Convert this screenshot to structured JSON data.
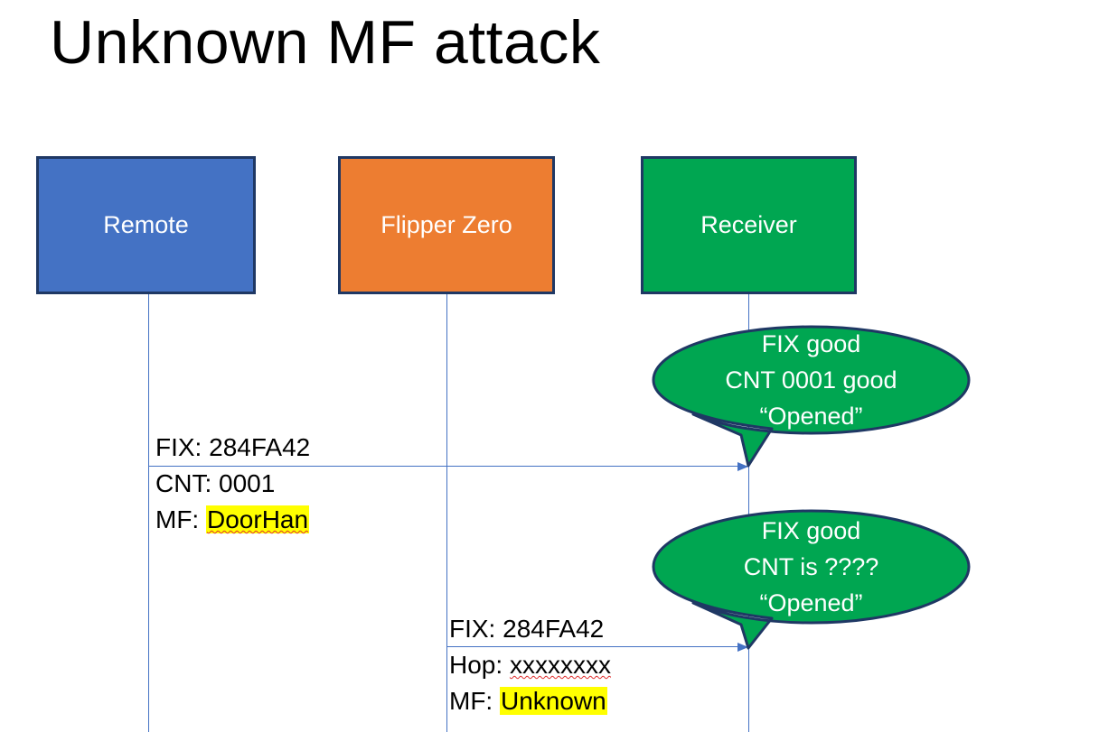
{
  "slide": {
    "title": "Unknown MF attack",
    "background": "#ffffff"
  },
  "colors": {
    "remote_fill": "#4472C4",
    "flipper_fill": "#ED7D31",
    "receiver_fill": "#00A651",
    "box_border": "#1F3864",
    "arrow": "#4472C4",
    "highlight": "#FFFF00",
    "bubble_fill": "#00A651",
    "bubble_border": "#1F3864",
    "text_dark": "#000000",
    "text_light": "#FFFFFF"
  },
  "actors": [
    {
      "id": "remote",
      "label": "Remote"
    },
    {
      "id": "flipper",
      "label": "Flipper Zero"
    },
    {
      "id": "receiver",
      "label": "Receiver"
    }
  ],
  "messages": [
    {
      "id": "message-1",
      "from": "remote",
      "to": "receiver",
      "lines": [
        {
          "label": "FIX:",
          "value": "284FA42",
          "highlight": false,
          "spellcheck_error": false
        },
        {
          "label": "CNT:",
          "value": "0001",
          "highlight": false,
          "spellcheck_error": false
        },
        {
          "label": "MF:",
          "value": "DoorHan",
          "highlight": true,
          "spellcheck_error": true
        }
      ]
    },
    {
      "id": "message-2",
      "from": "flipper",
      "to": "receiver",
      "lines": [
        {
          "label": "FIX:",
          "value": "284FA42",
          "highlight": false,
          "spellcheck_error": false
        },
        {
          "label": "Hop:",
          "value": "xxxxxxxx",
          "highlight": false,
          "spellcheck_error": true
        },
        {
          "label": "MF:",
          "value": "Unknown",
          "highlight": true,
          "spellcheck_error": false
        }
      ]
    }
  ],
  "bubbles": [
    {
      "id": "bubble-1",
      "owner": "receiver",
      "lines": [
        "FIX good",
        "CNT 0001 good",
        "“Opened”"
      ]
    },
    {
      "id": "bubble-2",
      "owner": "receiver",
      "lines": [
        "FIX good",
        "CNT is ????",
        "“Opened”"
      ]
    }
  ]
}
